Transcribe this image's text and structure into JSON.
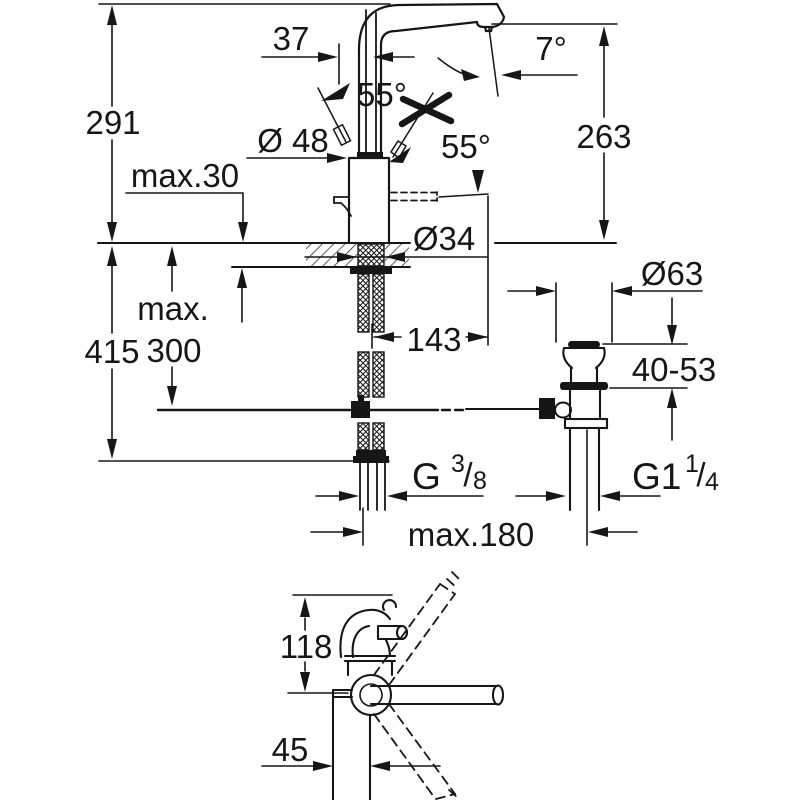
{
  "meta": {
    "type": "technical-dimension-drawing",
    "subject": "single-lever basin mixer faucet with pop-up waste"
  },
  "colors": {
    "line": "#161616",
    "background": "#ffffff"
  },
  "side": {
    "overall_height": "291",
    "spout_offset": "37",
    "lever_angle": "55°",
    "lever_swing": "55°",
    "spout_tilt": "7°",
    "outlet_height": "263",
    "deck_max": "max.30",
    "body_dia": "Ø 48",
    "hole_dia": "Ø34",
    "reach": "143",
    "hose_max": "max.",
    "hose_max_value": "300",
    "install_depth": "415",
    "supply_thread": {
      "base": "G",
      "sup": "3",
      "slash": "/",
      "sub": "8"
    },
    "drain": {
      "flange_dia": "Ø63",
      "clamp_range": "40-53",
      "rod_distance": "max.180",
      "thread": {
        "base": "G1",
        "sup": "1",
        "slash": "/",
        "sub": "4"
      }
    }
  },
  "top": {
    "height": "118",
    "width": "45"
  }
}
